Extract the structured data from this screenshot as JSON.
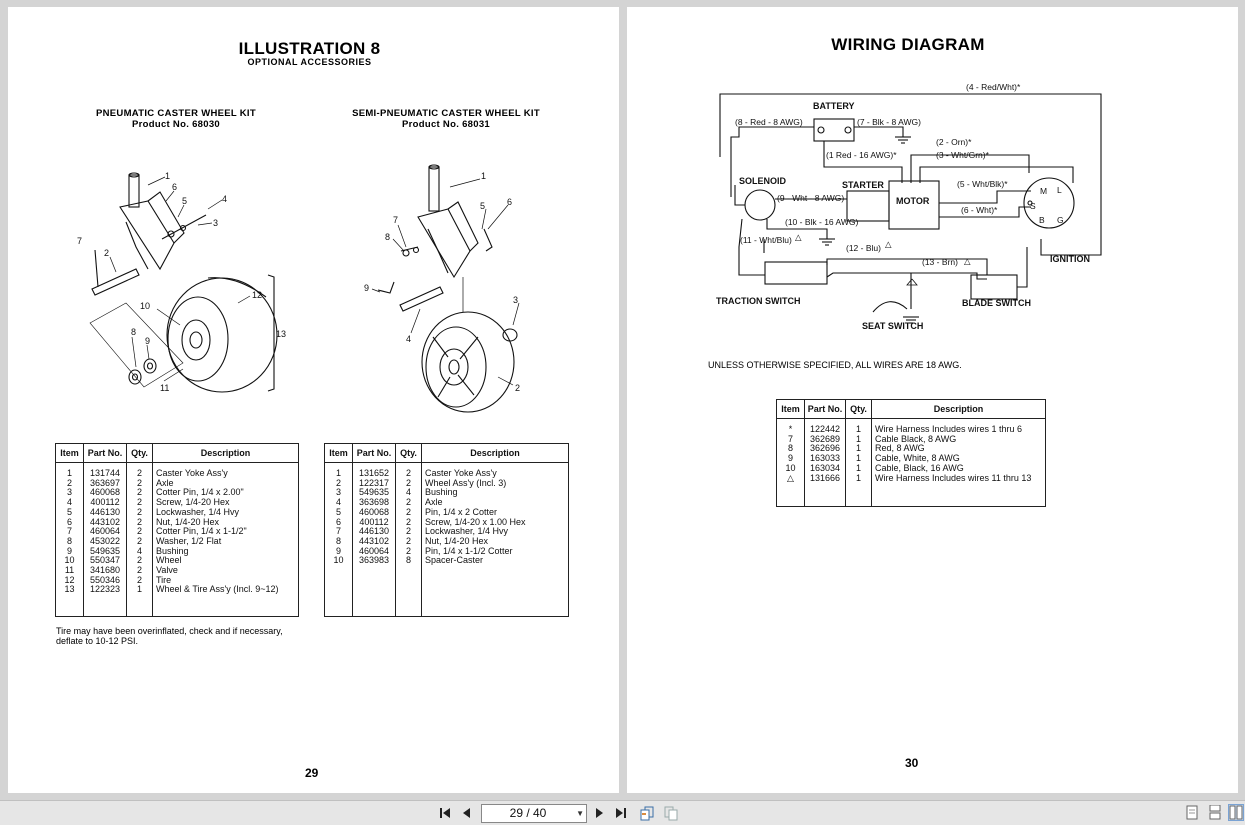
{
  "left_page": {
    "title": "ILLUSTRATION 8",
    "subtitle": "OPTIONAL ACCESSORIES",
    "kit1": {
      "name": "PNEUMATIC CASTER WHEEL KIT",
      "product": "Product No. 68030"
    },
    "kit2": {
      "name": "SEMI-PNEUMATIC CASTER WHEEL KIT",
      "product": "Product No. 68031"
    },
    "callouts1": [
      "1",
      "2",
      "3",
      "4",
      "5",
      "6",
      "7",
      "8",
      "9",
      "10",
      "11",
      "12",
      "13"
    ],
    "callouts2": [
      "1",
      "2",
      "3",
      "4",
      "5",
      "6",
      "7",
      "8",
      "9"
    ],
    "table_headers": [
      "Item",
      "Part No.",
      "Qty.",
      "Description"
    ],
    "table1": [
      [
        "1",
        "131744",
        "2",
        "Caster Yoke Ass'y"
      ],
      [
        "2",
        "363697",
        "2",
        "Axle"
      ],
      [
        "3",
        "460068",
        "2",
        "Cotter Pin, 1/4 x 2.00\""
      ],
      [
        "4",
        "400112",
        "2",
        "Screw, 1/4-20 Hex"
      ],
      [
        "5",
        "446130",
        "2",
        "Lockwasher, 1/4 Hvy"
      ],
      [
        "6",
        "443102",
        "2",
        "Nut, 1/4-20 Hex"
      ],
      [
        "7",
        "460064",
        "2",
        "Cotter Pin, 1/4 x 1-1/2\""
      ],
      [
        "8",
        "453022",
        "2",
        "Washer, 1/2 Flat"
      ],
      [
        "9",
        "549635",
        "4",
        "Bushing"
      ],
      [
        "10",
        "550347",
        "2",
        "Wheel"
      ],
      [
        "11",
        "341680",
        "2",
        "Valve"
      ],
      [
        "12",
        "550346",
        "2",
        "Tire"
      ],
      [
        "13",
        "122323",
        "1",
        "Wheel & Tire Ass'y (Incl. 9~12)"
      ]
    ],
    "table2": [
      [
        "1",
        "131652",
        "2",
        "Caster Yoke Ass'y"
      ],
      [
        "2",
        "122317",
        "2",
        "Wheel Ass'y (Incl. 3)"
      ],
      [
        "3",
        "549635",
        "4",
        "Bushing"
      ],
      [
        "4",
        "363698",
        "2",
        "Axle"
      ],
      [
        "5",
        "460068",
        "2",
        "Pin, 1/4 x 2 Cotter"
      ],
      [
        "6",
        "400112",
        "2",
        "Screw, 1/4-20 x 1.00 Hex"
      ],
      [
        "7",
        "446130",
        "2",
        "Lockwasher, 1/4 Hvy"
      ],
      [
        "8",
        "443102",
        "2",
        "Nut, 1/4-20 Hex"
      ],
      [
        "9",
        "460064",
        "2",
        "Pin, 1/4 x 1-1/2 Cotter"
      ],
      [
        "10",
        "363983",
        "8",
        "Spacer-Caster"
      ]
    ],
    "note_line1": "Tire may have been overinflated, check and if necessary,",
    "note_line2": "deflate to 10-12 PSI.",
    "page_number": "29"
  },
  "right_page": {
    "title": "WIRING DIAGRAM",
    "labels": {
      "battery": "BATTERY",
      "solenoid": "SOLENOID",
      "starter": "STARTER",
      "motor": "MOTOR",
      "ignition": "IGNITION",
      "traction_switch": "TRACTION SWITCH",
      "seat_switch": "SEAT SWITCH",
      "blade_switch": "BLADE SWITCH",
      "ign_m": "M",
      "ign_l": "L",
      "ign_s": "S",
      "ign_b": "B",
      "ign_g": "G"
    },
    "wires": {
      "w1": "(1 Red - 16 AWG)*",
      "w2": "(2 - Orn)*",
      "w3": "(3 - Wht/Grn)*",
      "w4": "(4 - Red/Wht)*",
      "w5": "(5 - Wht/Blk)*",
      "w6": "(6 - Wht)*",
      "w7": "(7 - Blk - 8 AWG)",
      "w8": "(8 - Red - 8 AWG)",
      "w9": "(9 - Wht - 8 AWG)",
      "w10": "(10 - Blk - 16 AWG)",
      "w11": "(11 - Wht/Blu)",
      "w12": "(12 - Blu)",
      "w13": "(13 - Brn)"
    },
    "delta_mark": "△",
    "note": "UNLESS OTHERWISE SPECIFIED, ALL WIRES ARE 18 AWG.",
    "table_headers": [
      "Item",
      "Part No.",
      "Qty.",
      "Description"
    ],
    "table": [
      [
        "*",
        "122442",
        "1",
        "Wire Harness Includes wires 1 thru 6"
      ],
      [
        "7",
        "362689",
        "1",
        "Cable Black, 8 AWG"
      ],
      [
        "8",
        "362696",
        "1",
        "Red, 8 AWG"
      ],
      [
        "9",
        "163033",
        "1",
        "Cable, White, 8 AWG"
      ],
      [
        "10",
        "163034",
        "1",
        "Cable, Black, 16 AWG"
      ],
      [
        "△",
        "131666",
        "1",
        "Wire Harness Includes wires 11 thru 13"
      ]
    ],
    "page_number": "30"
  },
  "toolbar": {
    "first_page": "first-page",
    "prev_page": "prev-page",
    "page_indicator": "29 / 40",
    "next_page": "next-page",
    "last_page": "last-page"
  }
}
